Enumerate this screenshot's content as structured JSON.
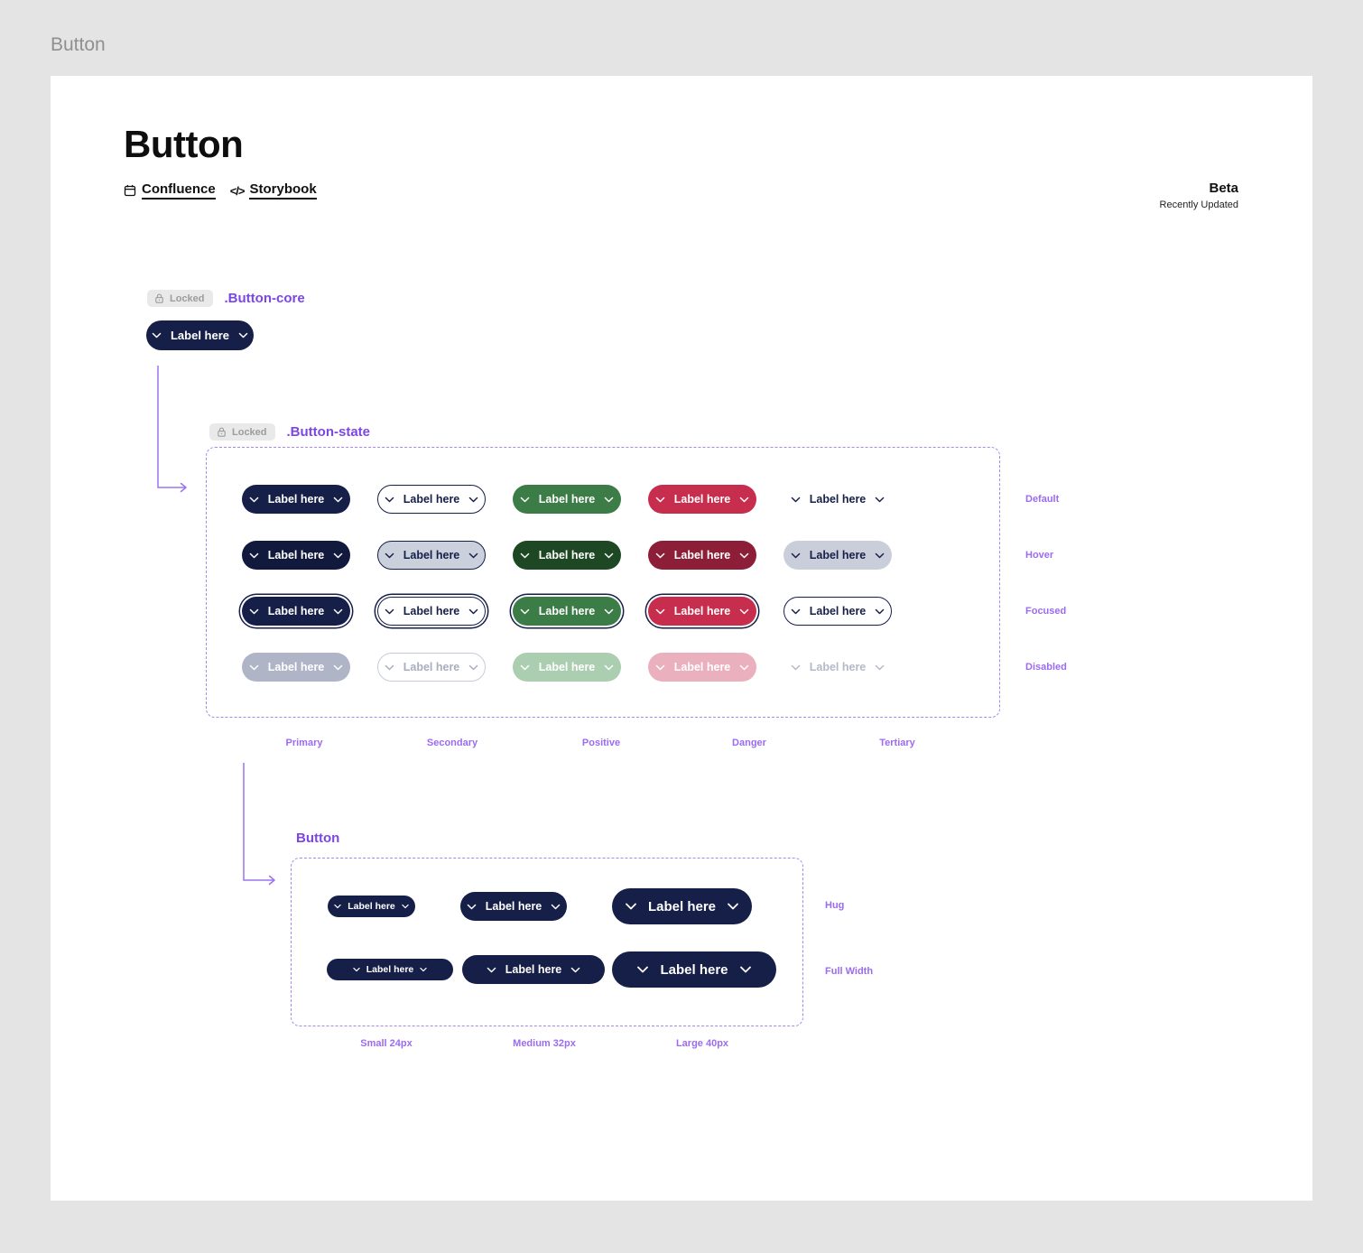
{
  "window": {
    "title": "Button"
  },
  "header": {
    "heading": "Button",
    "links": [
      {
        "label": "Confluence",
        "icon": "confluence-icon"
      },
      {
        "label": "Storybook",
        "icon": "code-icon",
        "glyph": "</>"
      }
    ],
    "status": {
      "title": "Beta",
      "subtitle": "Recently Updated"
    }
  },
  "button_core": {
    "locked": "Locked",
    "title": ".Button-core",
    "label": "Label here"
  },
  "button_state": {
    "locked": "Locked",
    "title": ".Button-state",
    "label": "Label here",
    "row_labels": [
      "Default",
      "Hover",
      "Focused",
      "Disabled"
    ],
    "column_labels": [
      "Primary",
      "Secondary",
      "Positive",
      "Danger",
      "Tertiary"
    ]
  },
  "button_size": {
    "title": "Button",
    "label": "Label here",
    "row_labels": [
      "Hug",
      "Full Width"
    ],
    "column_labels": [
      "Small 24px",
      "Medium 32px",
      "Large 40px"
    ]
  },
  "colors": {
    "page_background": "#E4E4E4",
    "canvas": "#FFFFFF",
    "primary_navy": "#161F48",
    "primary_hover": "#111A3C",
    "positive_green": "#3C7C46",
    "positive_hover": "#1E4823",
    "danger_red": "#C72D4D",
    "danger_hover": "#8C1F37",
    "secondary_hover_bg": "#CBD0DD",
    "tertiary_hover_bg": "#C9CEDA",
    "disabled_primary": "#AFB4C6",
    "disabled_positive": "#ABCDB0",
    "disabled_danger": "#EBB0BD",
    "disabled_text": "#A8AEBF",
    "accent_purple": "#7B45E8",
    "annotation_purple": "#9B6BF2",
    "dashed_border_purple": "#A787F0",
    "badge_gray": "#E9E9E9"
  }
}
